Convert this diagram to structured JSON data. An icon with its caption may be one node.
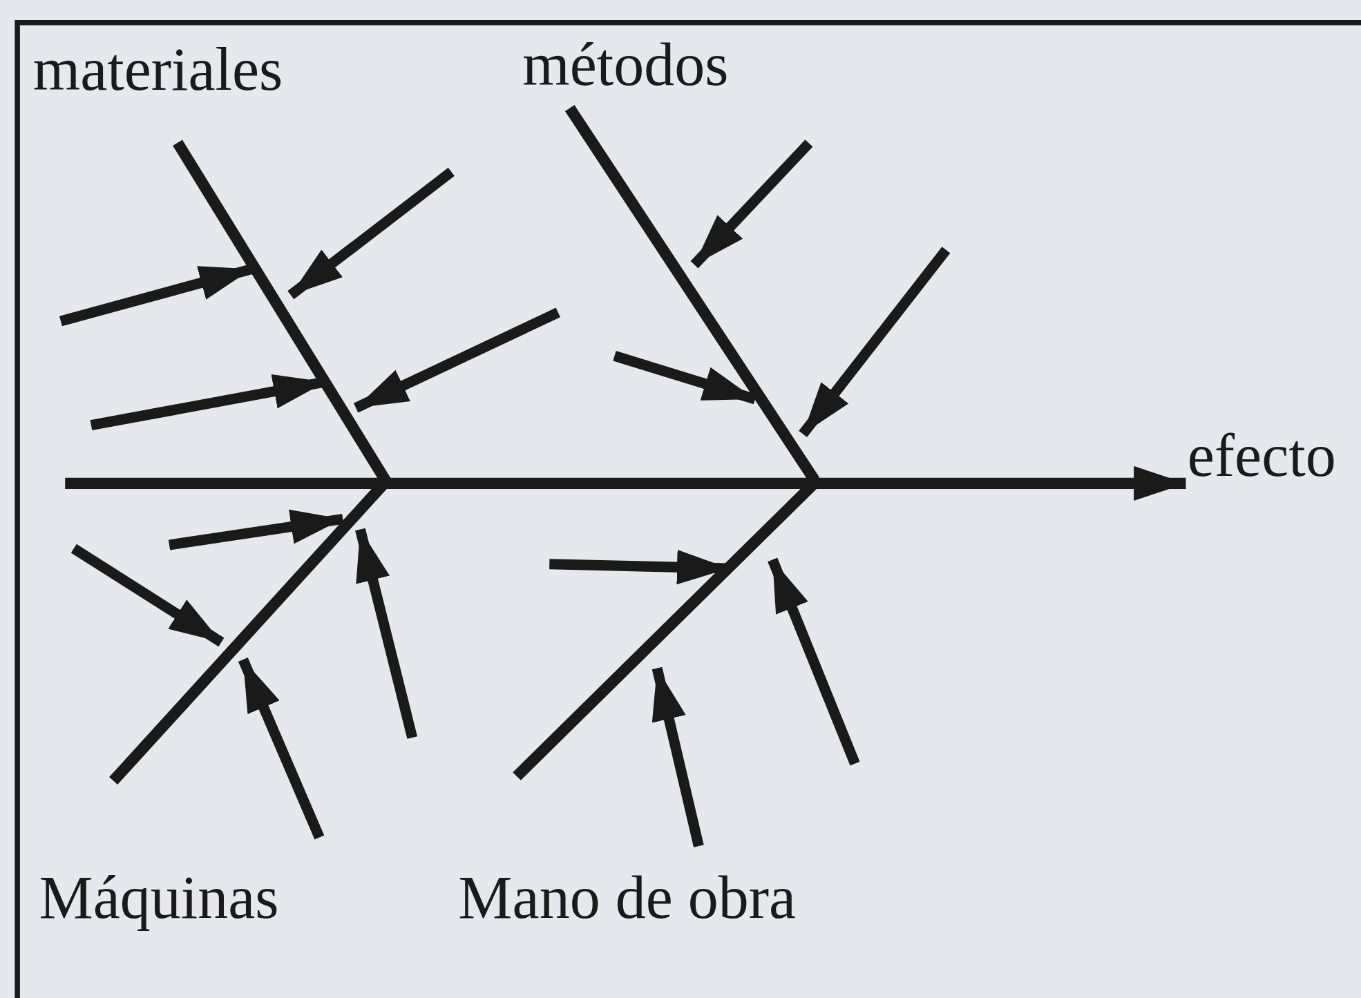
{
  "diagram": {
    "nodes": [
      {
        "text": [
          "materiales"
        ]
      },
      {
        "text": [
          "métodos"
        ]
      },
      {
        "text": [
          "Máquinas"
        ]
      },
      {
        "text": [
          "Mano de obra"
        ]
      },
      {
        "text": [
          "efecto"
        ]
      }
    ],
    "edges": [
      {
        "from": null,
        "to": 4,
        "arrow": "to"
      }
    ]
  }
}
